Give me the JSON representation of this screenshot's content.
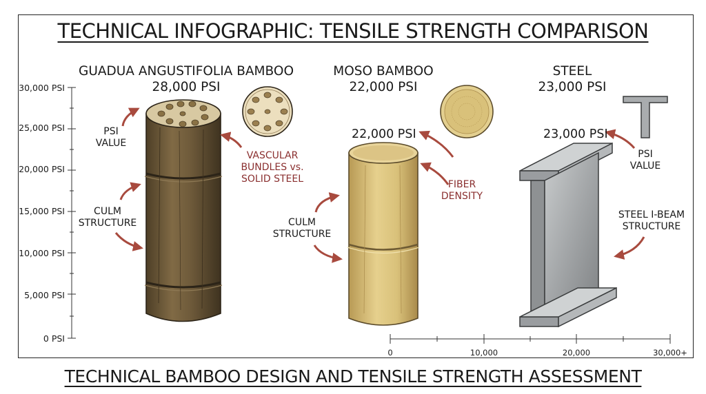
{
  "title": "TECHNICAL INFOGRAPHIC: TENSILE STRENGTH COMPARISON",
  "footer": "TECHNICAL BAMBOO DESIGN AND TENSILE STRENGTH ASSESSMENT",
  "y_axis": {
    "ticks": [
      "30,000 PSI",
      "25,000 PSI",
      "20,000 PSI",
      "15,000 PSI",
      "10,000 PSI",
      "5,000 PSI",
      "0 PSI"
    ]
  },
  "x_axis": {
    "ticks": [
      "0",
      "10,000",
      "20,000",
      "30,000+"
    ]
  },
  "materials": [
    {
      "name": "GUADUA ANGUSTIFOLIA BAMBOO",
      "strength": "28,000 PSI",
      "labels": {
        "psi_value": [
          "PSI",
          "VALUE"
        ],
        "culm": [
          "CULM",
          "STRUCTURE"
        ],
        "cross_section": [
          "VASCULAR",
          "BUNDLES vs.",
          "SOLID STEEL"
        ]
      }
    },
    {
      "name": "MOSO BAMBOO",
      "strength": "22,000 PSI",
      "value_label": "22,000 PSI",
      "labels": {
        "fiber": [
          "FIBER",
          "DENSITY"
        ],
        "culm": [
          "CULM",
          "STRUCTURE"
        ]
      }
    },
    {
      "name": "STEEL",
      "strength": "23,000 PSI",
      "value_label": "23,000 PSI",
      "labels": {
        "psi_value": [
          "PSI",
          "VALUE"
        ],
        "beam": [
          "STEEL I-BEAM",
          "STRUCTURE"
        ]
      }
    }
  ],
  "colors": {
    "guadua": "#6e5a3a",
    "moso": "#d9c17a",
    "steel": "#a9acae",
    "annotation_red": "#8a2f2f",
    "arrow": "#a84a3e"
  }
}
